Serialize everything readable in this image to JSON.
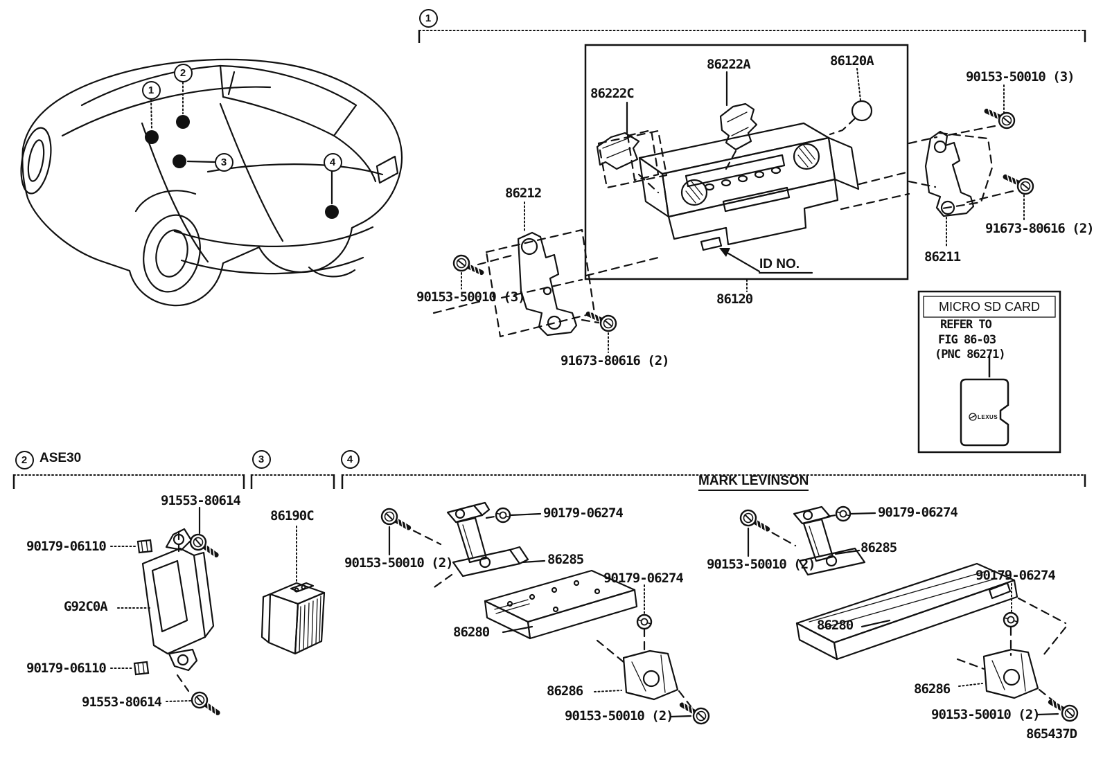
{
  "figure_code": "865437D",
  "car": {
    "callouts": [
      "1",
      "2",
      "3",
      "4"
    ]
  },
  "section1": {
    "num": "1",
    "parts": {
      "conn_c": "86222C",
      "conn_a": "86222A",
      "knob": "86120A",
      "screw_r": "90153-50010 (3)",
      "bolt_r": "91673-80616 (2)",
      "bracket_r": "86211",
      "bracket_l": "86212",
      "screw_l": "90153-50010 (3)",
      "bolt_l": "91673-80616 (2)",
      "id_no": "ID NO.",
      "receiver": "86120"
    },
    "sd_card": {
      "title": "MICRO SD CARD",
      "ref_line1": "REFER TO",
      "ref_line2": "FIG 86-03",
      "ref_line3": "(PNC 86271)",
      "logo": "LEXUS"
    }
  },
  "section2": {
    "num": "2",
    "title": "ASE30",
    "parts": {
      "screw_top": "91553-80614",
      "clip_top": "90179-06110",
      "module": "G92C0A",
      "clip_bottom": "90179-06110",
      "screw_bottom": "91553-80614"
    }
  },
  "section3": {
    "num": "3",
    "parts": {
      "module": "86190C"
    }
  },
  "section4": {
    "num": "4",
    "title": "MARK LEVINSON",
    "left": {
      "screw_top": "90153-50010 (2)",
      "nut_top": "90179-06274",
      "bracket_top": "86285",
      "nut_mid": "90179-06274",
      "amplifier": "86280",
      "bracket_bottom": "86286",
      "screw_bottom": "90153-50010 (2)"
    },
    "right": {
      "screw_top": "90153-50010 (2)",
      "nut_top": "90179-06274",
      "bracket_top": "86285",
      "nut_mid": "90179-06274",
      "amplifier": "86280",
      "bracket_bottom": "86286",
      "screw_bottom": "90153-50010 (2)"
    }
  }
}
